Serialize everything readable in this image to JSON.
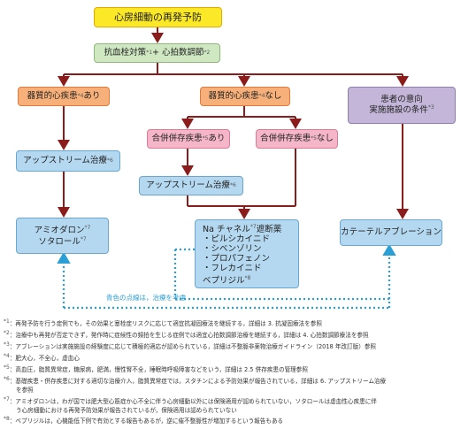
{
  "title_box": "心房細動の再発予防",
  "top_box": {
    "text": "抗血栓対策",
    "sup1": "*1",
    "plus": "+ 心拍数調節",
    "sup2": "*2"
  },
  "organic_yes": {
    "text": "器質的心疾患",
    "sup": "*4",
    "suffix": "あり"
  },
  "organic_no": {
    "text": "器質的心疾患",
    "sup": "*4",
    "suffix": "なし"
  },
  "patient_box": {
    "line1": "患者の意向",
    "line2": "実施施設の条件",
    "sup": "*3"
  },
  "comorb_yes": {
    "text": "合併併存疾患",
    "sup": "*5",
    "suffix": "あり"
  },
  "comorb_no": {
    "text": "合併併存疾患",
    "sup": "*5",
    "suffix": "なし"
  },
  "upstream_left": {
    "text": "アップストリーム治療",
    "sup": "*6"
  },
  "upstream_mid": {
    "text": "アップストリーム治療",
    "sup": "*6"
  },
  "amio_box": {
    "line1": "アミオダロン",
    "sup1": "*7",
    "line2": "ソタロール",
    "sup2": "*7"
  },
  "na_box": {
    "head": "Na チャネル",
    "head_sup": "*7",
    "head_suffix": "遮断薬",
    "items": [
      "・ピルシカイニド",
      "・シベンゾリン",
      "・プロパフェノン",
      "・フレカイニド"
    ],
    "last": "ベプリジル",
    "last_sup": "*8"
  },
  "catheter_box": "カテーテルアブレーション",
  "blue_note": "青色の点線は，治療を考慮",
  "notes": [
    {
      "mark": "*1",
      "text": "：再発予防を行う症例でも，その効果と塞栓症リスクに応じて適宜抗凝固療法を継続する，詳細は 3. 抗凝固療法を参照"
    },
    {
      "mark": "*2",
      "text": "：治療中も再発が否定できず，発作時に症候性の頻拍を生じる症例では適宜心拍数調節治療を継続する，詳細は 4. 心拍数調節療法を参照"
    },
    {
      "mark": "*3",
      "text": "：アブレーションは実施施設の経験度に応じて積極的適応が認められている，詳細は不整脈非薬物治療ガイドライン（2018 年改訂版）",
      "tail": "参照"
    },
    {
      "mark": "*4",
      "text": "：肥大心，不全心，虚血心"
    },
    {
      "mark": "*5",
      "text": "：高血圧，脂質異常症，糖尿病，肥満，慢性腎不全，睡眠時呼吸障害などをいう，詳細は 2.5 併存疾患の管理参照"
    },
    {
      "mark": "*6",
      "text": "：基礎疾患・併存疾患に対する適切な治療介入，脂質異常症では，スタチンによる予防効果が報告されている，詳細は 6. アップストリーム治療",
      "cont": "を参照"
    },
    {
      "mark": "*7",
      "text": "：アミオダロンは，わが国では肥大型心筋症か心不全に伴う心房細動以外には保険適用が認められていない，ソタロールは虚血性心疾患に伴",
      "cont": "う心房細動における再発予防効果が報告されているが，保険適用は認められていない"
    },
    {
      "mark": "*8",
      "text": "：ベプリジルは，心機能低下例で有効とする報告もあるが，逆に催不整脈性が増加するという報告もある"
    }
  ],
  "colors": {
    "title_fill": "#fbe927",
    "green": "#cfe8c2",
    "orange": "#f7b07a",
    "pink": "#f4b6c8",
    "blue": "#b4d8f0",
    "lilac": "#c3b6d8",
    "arrow": "#8a1c1c",
    "dotted": "#2a9fd6"
  }
}
